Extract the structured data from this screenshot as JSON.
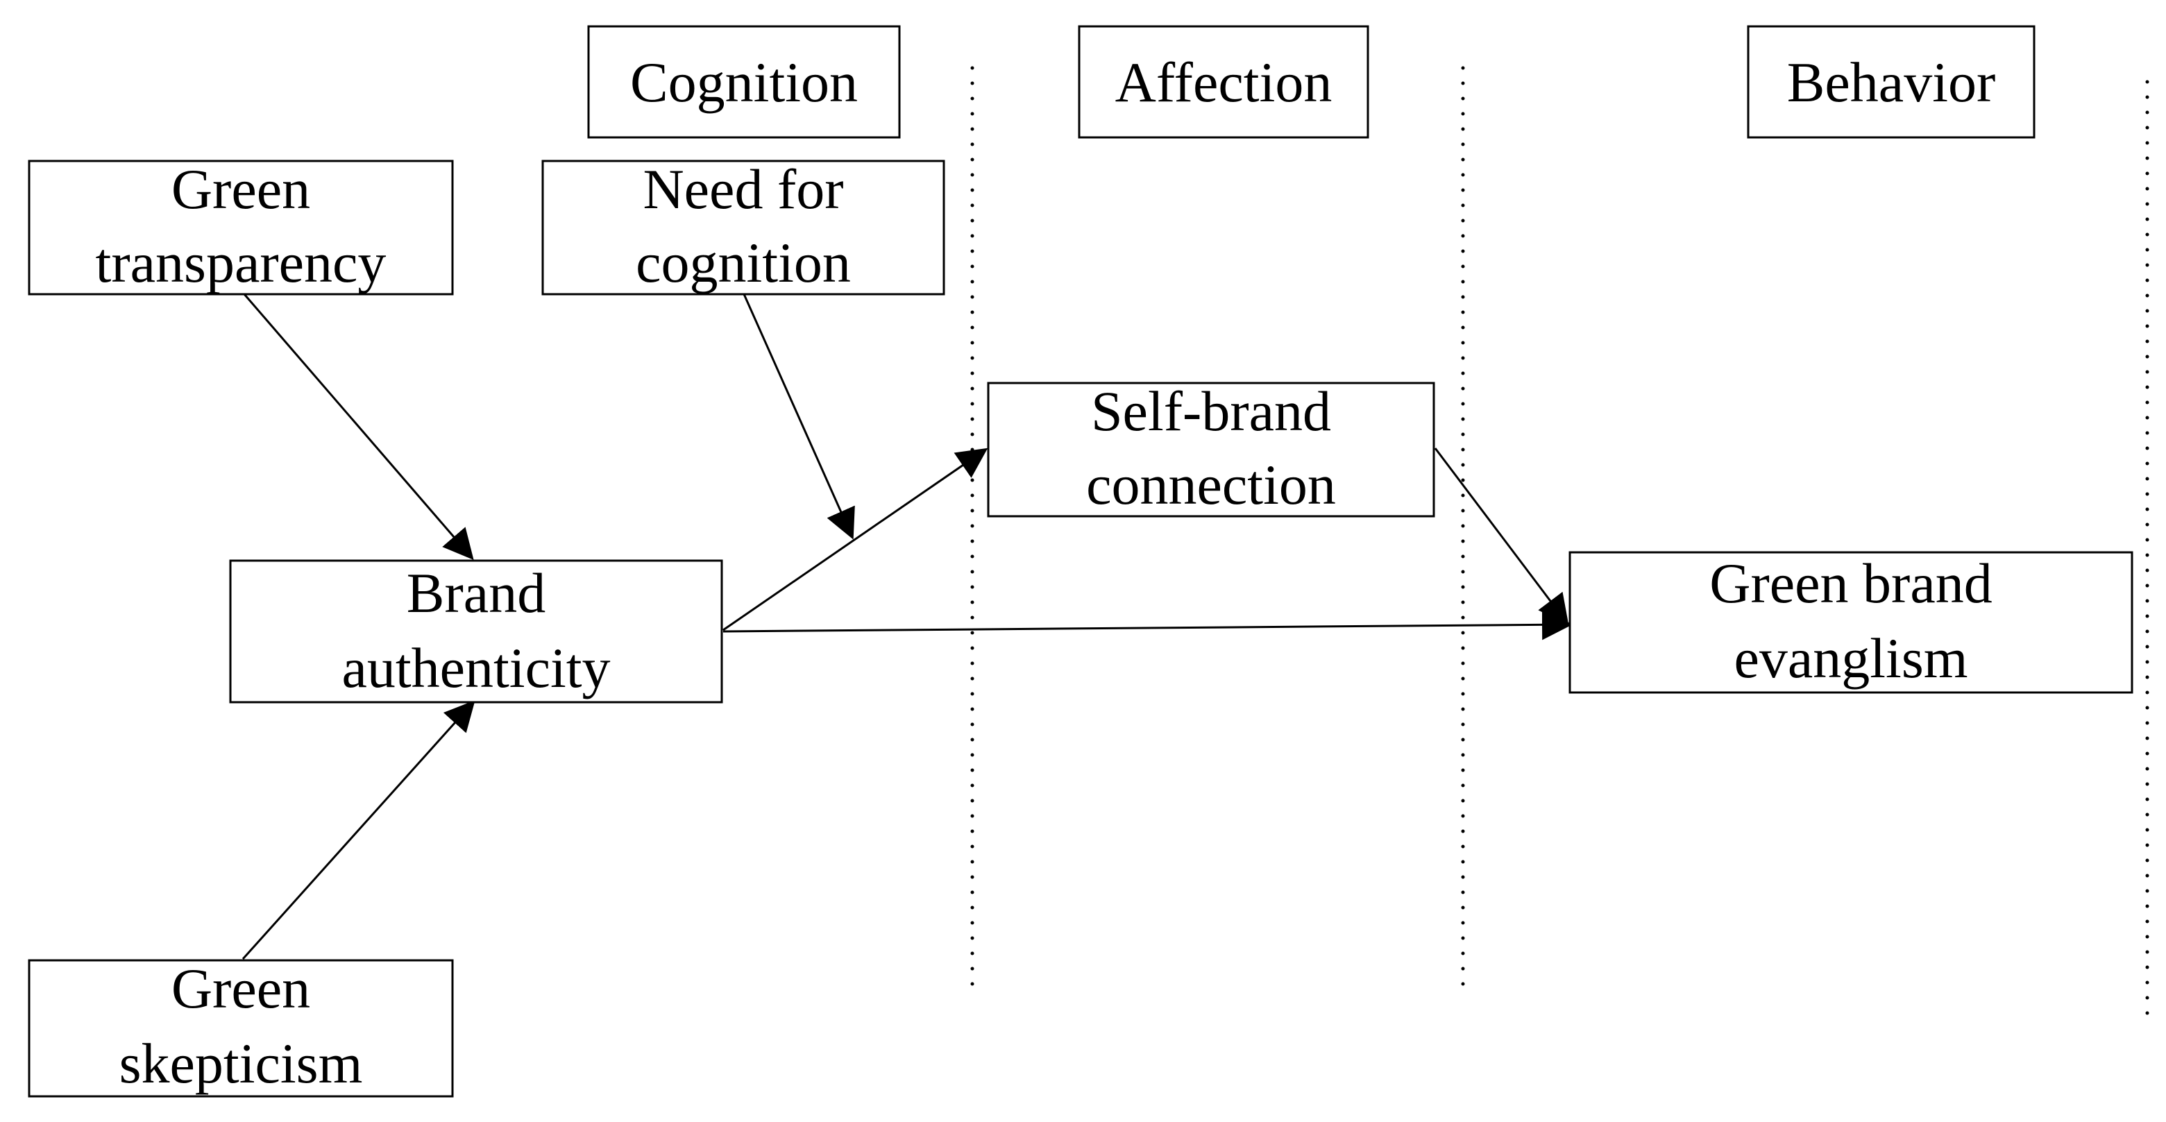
{
  "headers": {
    "cognition": "Cognition",
    "affection": "Affection",
    "behavior": "Behavior"
  },
  "nodes": {
    "green_transparency": [
      "Green",
      "transparency"
    ],
    "need_for_cognition": [
      "Need for",
      "cognition"
    ],
    "brand_authenticity": [
      "Brand",
      "authenticity"
    ],
    "green_skepticism": [
      "Green",
      "skepticism"
    ],
    "self_brand_connection": [
      "Self-brand",
      "connection"
    ],
    "green_brand_evanglism": [
      "Green brand",
      "evanglism"
    ]
  },
  "edges": [
    {
      "from": "green_transparency",
      "to": "brand_authenticity"
    },
    {
      "from": "green_skepticism",
      "to": "brand_authenticity"
    },
    {
      "from": "brand_authenticity",
      "to": "self_brand_connection"
    },
    {
      "from": "need_for_cognition",
      "to": "brand_authenticity -> self_brand_connection",
      "type": "moderation"
    },
    {
      "from": "self_brand_connection",
      "to": "green_brand_evanglism"
    },
    {
      "from": "brand_authenticity",
      "to": "green_brand_evanglism"
    }
  ]
}
